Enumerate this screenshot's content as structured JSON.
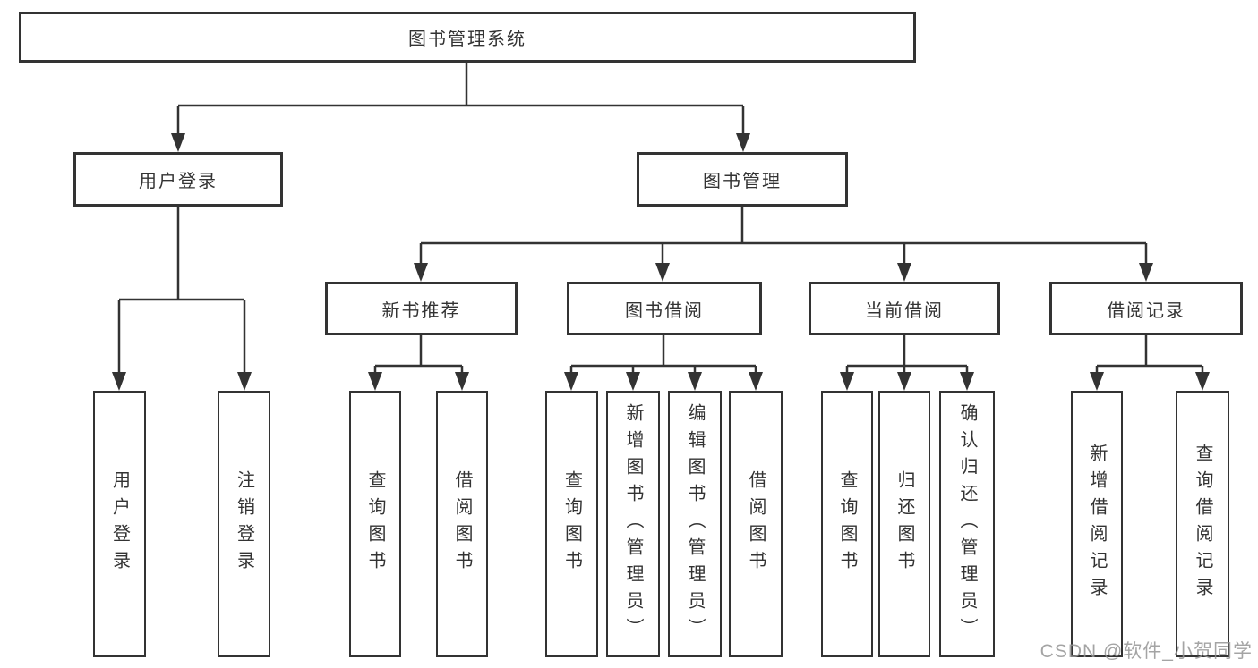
{
  "diagram": {
    "root": {
      "label": "图书管理系统"
    },
    "branches": [
      {
        "label": "用户登录",
        "children": [
          "用户登录",
          "注销登录"
        ]
      },
      {
        "label": "图书管理",
        "sections": [
          {
            "label": "新书推荐",
            "children": [
              "查询图书",
              "借阅图书"
            ]
          },
          {
            "label": "图书借阅",
            "children": [
              "查询图书",
              "新增图书（管理员）",
              "编辑图书（管理员）",
              "借阅图书"
            ]
          },
          {
            "label": "当前借阅",
            "children": [
              "查询图书",
              "归还图书",
              "确认归还（管理员）"
            ]
          },
          {
            "label": "借阅记录",
            "children": [
              "新增借阅记录",
              "查询借阅记录"
            ]
          }
        ]
      }
    ]
  },
  "watermark": {
    "text": "CSDN @软件_小贺同学"
  },
  "colors": {
    "line": "#333333",
    "box_border": "#333333",
    "box_background": "#ffffff",
    "text": "#333333",
    "watermark": "#949494",
    "page_background": "#ffffff"
  }
}
